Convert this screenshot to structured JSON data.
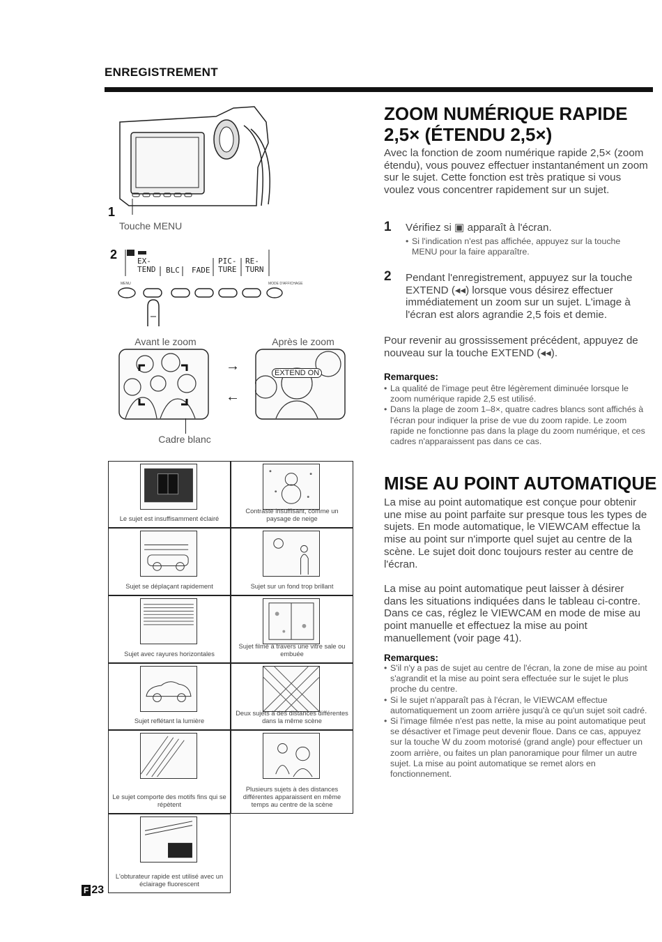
{
  "section_title": "ENREGISTREMENT",
  "zoom": {
    "title_line1": "ZOOM NUMÉRIQUE RAPIDE",
    "title_line2": "2,5× (ÉTENDU 2,5×)",
    "intro": "Avec la fonction de zoom numérique rapide 2,5× (zoom étendu), vous pouvez effectuer instantanément un zoom sur le sujet. Cette fonction est très pratique si vous voulez vous concentrer rapidement sur un sujet.",
    "step1_num": "1",
    "step1_text": "Vérifiez si ▣ apparaît à l'écran.",
    "step1_note": "Si l'indication n'est pas affichée, appuyez sur la touche MENU pour la faire apparaître.",
    "step2_num": "2",
    "step2_text": "Pendant l'enregistrement, appuyez sur la touche EXTEND (◂◂) lorsque vous désirez effectuer immédiatement un zoom sur un sujet. L'image à l'écran est alors agrandie 2,5 fois et demie.",
    "return_text": "Pour revenir au grossissement précédent, appuyez de nouveau sur la touche EXTEND (◂◂).",
    "remarks_title": "Remarques:",
    "remarks": [
      "La qualité de l'image peut être légèrement diminuée lorsque le zoom numérique rapide 2,5 est utilisé.",
      "Dans la plage de zoom 1–8×, quatre cadres blancs sont affichés à l'écran pour indiquer la prise de vue du zoom rapide. Le zoom rapide ne fonctionne pas dans la plage du zoom numérique, et ces cadres n'apparaissent pas dans ce cas."
    ]
  },
  "af": {
    "title": "MISE AU POINT AUTOMATIQUE",
    "para1": "La mise au point automatique est conçue pour obtenir une mise au point parfaite sur presque tous les types de sujets. En mode automatique, le VIEWCAM effectue la mise au point sur n'importe quel sujet au centre de la scène. Le sujet doit donc toujours rester au centre de l'écran.",
    "para2": "La mise au point automatique peut laisser à désirer dans les situations indiquées dans le tableau ci-contre. Dans ce cas, réglez le VIEWCAM en mode de mise au point manuelle et effectuez la mise au point manuellement (voir page 41).",
    "remarks_title": "Remarques:",
    "remarks": [
      "S'il n'y a pas de sujet au centre de l'écran, la zone de mise au point s'agrandit et la mise au point sera effectuée sur le sujet le plus proche du centre.",
      "Si le sujet n'apparaît pas à l'écran, le VIEWCAM effectue automatiquement un zoom arrière jusqu'à ce qu'un sujet soit cadré.",
      "Si l'image filmée n'est pas nette, la mise au point automatique peut se désactiver et l'image peut devenir floue. Dans ce cas, appuyez sur la touche W du zoom motorisé (grand angle) pour effectuer un zoom arrière, ou faites un plan panoramique pour filmer un autre sujet. La mise au point automatique se remet alors en fonctionnement."
    ]
  },
  "figure": {
    "label1": "1",
    "touche_menu": "Touche MENU",
    "label2": "2",
    "menu_items": [
      "EX-\nTEND",
      "BLC",
      "FADE",
      "PIC-\nTURE",
      "RE-\nTURN"
    ],
    "menu_small": "MENU",
    "display_small": "MODE D'AFFICHAGE",
    "avant": "Avant le zoom",
    "apres": "Après le zoom",
    "extend_on": "EXTEND ON",
    "cadre": "Cadre blanc"
  },
  "grid_cells": [
    "Le sujet est insuffisamment éclairé",
    "Contraste insuffisant, comme un paysage de neige",
    "Sujet se déplaçant rapidement",
    "Sujet sur un fond trop brillant",
    "Sujet avec rayures horizontales",
    "Sujet filmé à travers une vitre sale ou embuée",
    "Sujet reflétant la lumière",
    "Deux sujets à des distances différentes dans la même scène",
    "Le sujet comporte des motifs fins qui se répètent",
    "Plusieurs sujets à des distances différentes apparaissent en même temps au centre de la scène",
    "L'obturateur rapide est utilisé avec un éclairage fluorescent"
  ],
  "page": {
    "letter": "F",
    "number": "23"
  }
}
